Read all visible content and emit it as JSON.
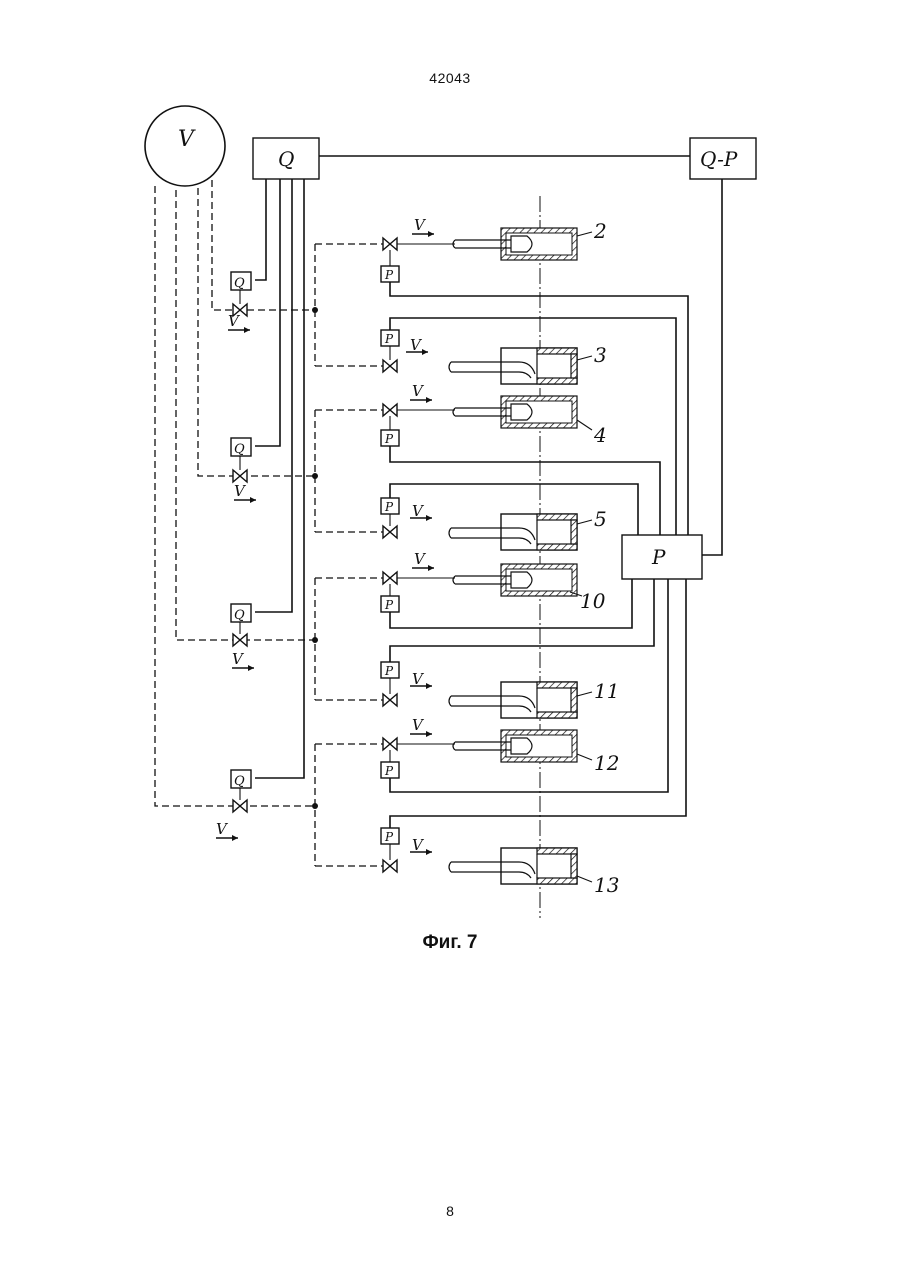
{
  "document": {
    "number": "42043",
    "caption": "Фиг. 7",
    "page_number": "8"
  },
  "diagram": {
    "source_label": "V",
    "controller_q_label": "Q",
    "controller_qp_label": "Q-P",
    "controller_p_label": "P",
    "flow_label": "V",
    "sensor_q_label": "Q",
    "sensor_p_label": "P",
    "units": [
      {
        "label": "2"
      },
      {
        "label": "3"
      },
      {
        "label": "4"
      },
      {
        "label": "5"
      },
      {
        "label": "10"
      },
      {
        "label": "11"
      },
      {
        "label": "12"
      },
      {
        "label": "13"
      }
    ]
  }
}
